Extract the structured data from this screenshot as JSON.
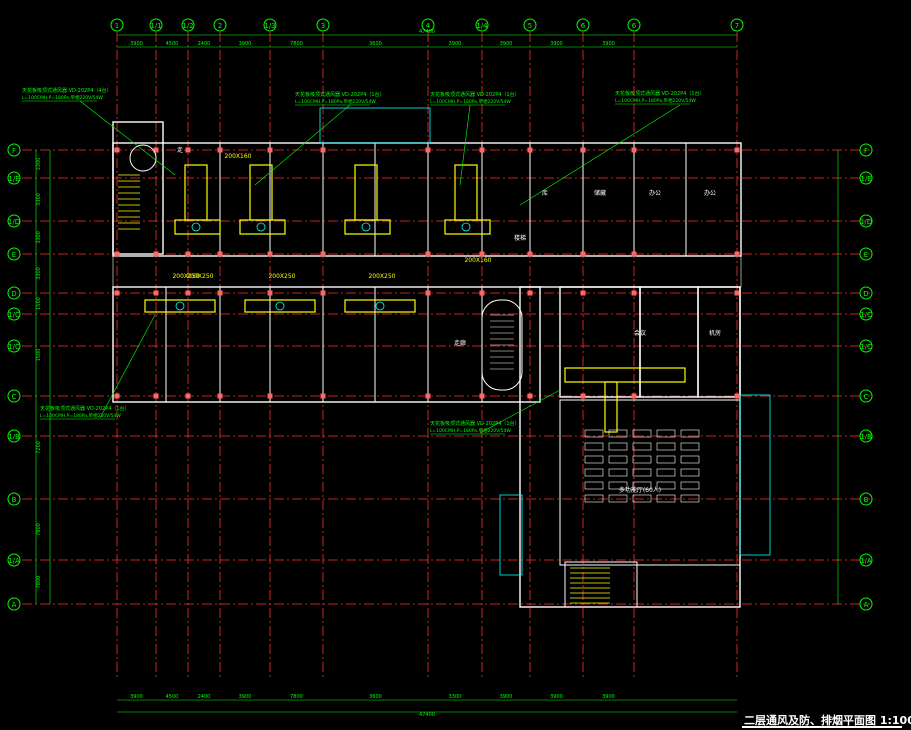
{
  "title": "二层通风及防、排烟平面图 1:100",
  "axes_top": [
    "1",
    "1/1",
    "1/2",
    "2",
    "1/3",
    "3",
    "4",
    "1/4",
    "5",
    "6",
    "6",
    "7"
  ],
  "axes_left": [
    "F",
    "1/E",
    "1/D",
    "E",
    "D",
    "1/C",
    "1/C",
    "C",
    "1/B",
    "B",
    "1/A",
    "A"
  ],
  "dims_top": [
    "3900",
    "4500",
    "2400",
    "3900",
    "7800",
    "3600",
    "3900",
    "3900",
    "3900",
    "3900"
  ],
  "dims_bottom": [
    "3900",
    "4500",
    "2400",
    "3900",
    "7800",
    "3600",
    "3300",
    "3900",
    "3900",
    "3900"
  ],
  "overall_top": "47400",
  "overall_bottom": "47400",
  "dims_left": [
    "3300",
    "3300",
    "3300",
    "3300",
    "1500",
    "1500",
    "7200",
    "7800",
    "7800"
  ],
  "fan_notes": [
    "天花板吸顶式通风器 VD-202P4（4台）",
    "天花板吸顶式通风器 VD-202P4（1台）",
    "天花板吸顶式通风器 VD-202P4（1台）",
    "天花板吸顶式通风器 VD-202P4（1台）",
    "天花板吸顶式通风器 VD-202P4（1台）",
    "天花板吸顶式通风器 VD-202P4（1台）"
  ],
  "fan_spec": "L=100CMH,P=180Pa,单相220V/54W",
  "duct_sizes": [
    "200X160",
    "200X250",
    "200X250",
    "200X250",
    "200X250",
    "200X160"
  ],
  "room_labels": [
    "走",
    "库",
    "储藏",
    "办公",
    "办公",
    "会议",
    "机房",
    "多功能厅(60人)",
    "走廊",
    "楼梯"
  ],
  "colors": {
    "grid": "#ff3030",
    "dim": "#00ff00",
    "wall": "#ffffff",
    "duct": "#ffff00",
    "text": "#00ff00",
    "room": "#ffffff",
    "device": "#00ffff"
  }
}
